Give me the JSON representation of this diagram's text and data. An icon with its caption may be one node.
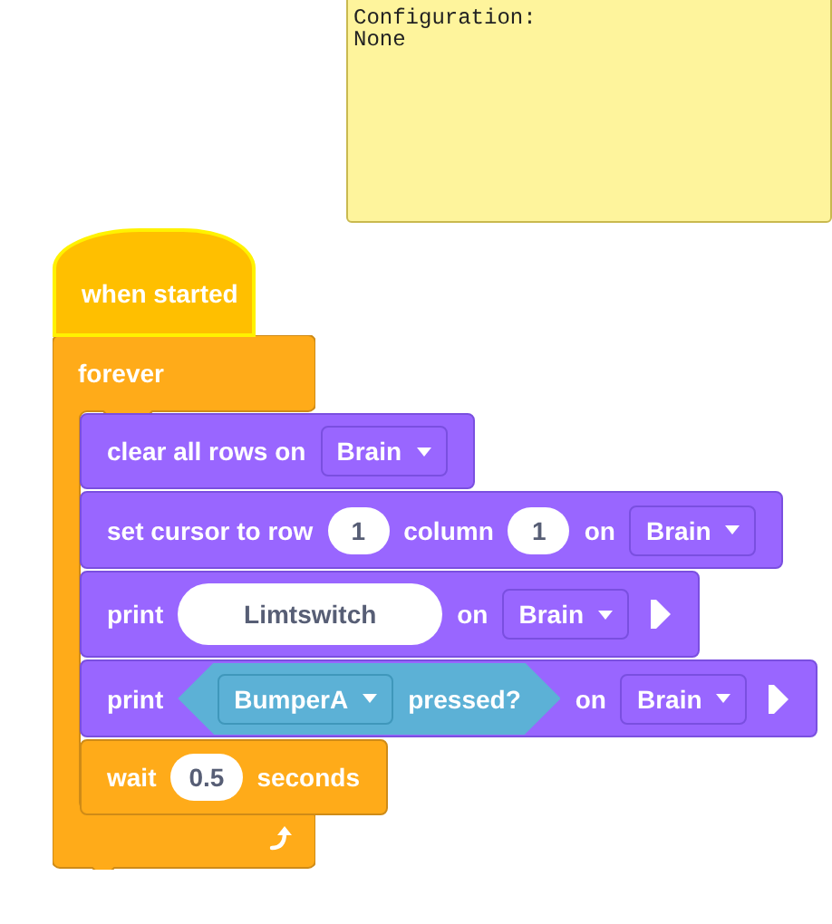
{
  "diagram": {
    "nodes": [
      {
        "text": [
          "Configuration: None"
        ]
      },
      {
        "text": [
          "when started"
        ]
      },
      {
        "text": [
          "forever"
        ]
      },
      {
        "text": [
          "clear all rows on"
        ]
      },
      {
        "text": [
          "Brain"
        ],
        "in": 3
      },
      {
        "text": [
          "set cursor to row",
          "column",
          "on"
        ]
      },
      {
        "text": [
          "1"
        ],
        "in": 5
      },
      {
        "text": [
          "1"
        ],
        "in": 5
      },
      {
        "text": [
          "Brain"
        ],
        "in": 5
      },
      {
        "text": [
          "print",
          "on"
        ]
      },
      {
        "text": [
          "Limtswitch"
        ],
        "in": 9
      },
      {
        "text": [
          "Brain"
        ],
        "in": 9
      },
      {
        "text": [
          "print",
          "on"
        ]
      },
      {
        "text": [
          "pressed?"
        ],
        "in": 12
      },
      {
        "text": [
          "BumperA"
        ],
        "in": 13
      },
      {
        "text": [
          "Brain"
        ],
        "in": 12
      },
      {
        "text": [
          "wait",
          "seconds"
        ]
      },
      {
        "text": [
          "0.5"
        ],
        "in": 16
      }
    ]
  }
}
